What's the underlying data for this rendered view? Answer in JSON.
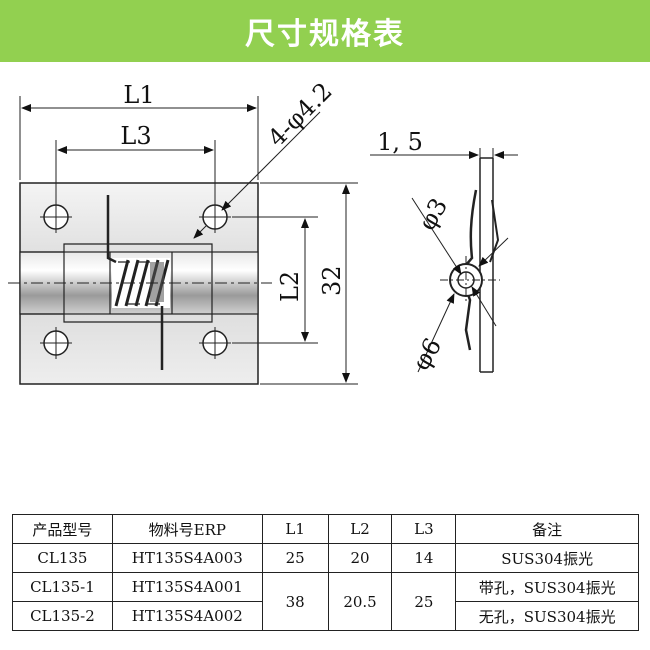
{
  "banner": {
    "title": "尺寸规格表",
    "background": "#92d050"
  },
  "drawing": {
    "dim_l1": "L1",
    "dim_l3": "L3",
    "dim_l2": "L2",
    "dim_32": "32",
    "dim_holes": "4-φ4.2",
    "dim_thickness": "1, 5",
    "dim_phi3": "φ3",
    "dim_phi6": "φ6"
  },
  "table": {
    "headers": [
      "产品型号",
      "物料号ERP",
      "L1",
      "L2",
      "L3",
      "备注"
    ],
    "rows": [
      {
        "model": "CL135",
        "erp": "HT135S4A003",
        "l1": "25",
        "l2": "20",
        "l3": "14",
        "note": "SUS304振光"
      },
      {
        "model": "CL135-1",
        "erp": "HT135S4A001",
        "l1": "38",
        "l2": "20.5",
        "l3": "25",
        "note": "带孔，SUS304振光"
      },
      {
        "model": "CL135-2",
        "erp": "HT135S4A002",
        "note": "无孔，SUS304振光"
      }
    ]
  }
}
